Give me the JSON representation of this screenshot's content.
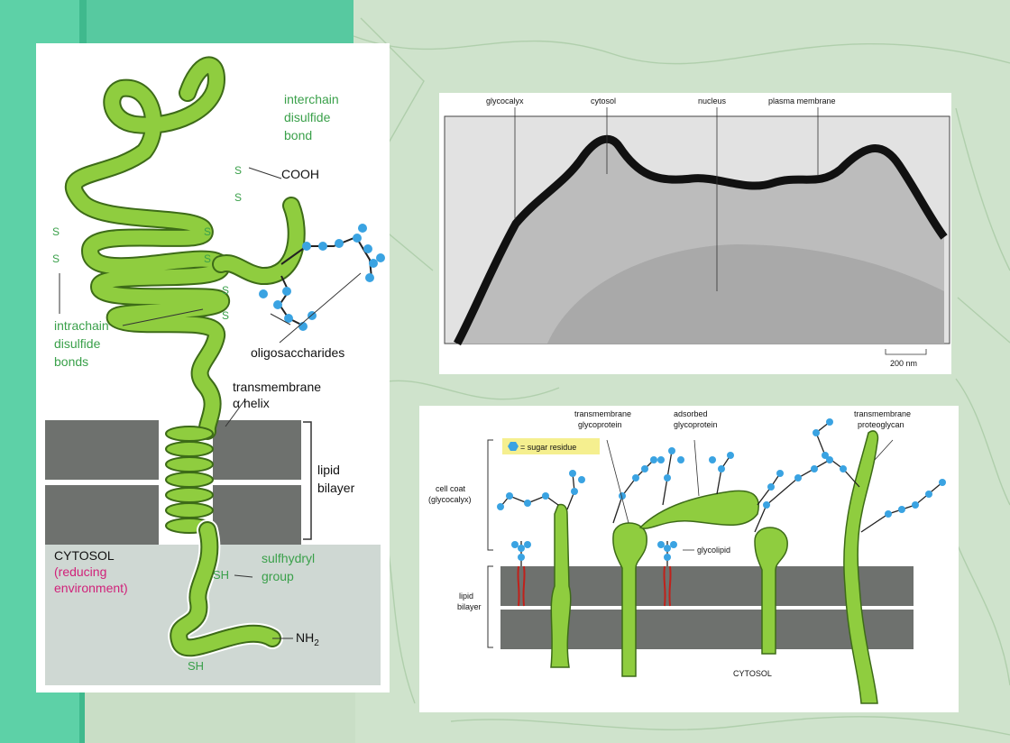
{
  "colors": {
    "protein_green": "#8fcd3f",
    "protein_outline": "#3d6b18",
    "label_green": "#3aa04a",
    "magenta": "#d0227a",
    "sugar_blue": "#3aa3e2",
    "bilayer_gray": "#6e716e",
    "cytosol_gray": "#cfd8d3",
    "background_green": "#cfe3cc",
    "teal_stripe": "#5ccfa3"
  },
  "icons": {
    "sugar": "sugar-residue-hexagon-icon"
  },
  "panel_left": {
    "label_interchain": [
      "interchain",
      "disulfide",
      "bond"
    ],
    "label_cooh": "COOH",
    "label_s": "S",
    "label_intrachain": [
      "intrachain",
      "disulfide",
      "bonds"
    ],
    "label_oligo": "oligosaccharides",
    "label_tm": [
      "transmembrane",
      "α helix"
    ],
    "label_lipid": [
      "lipid",
      "bilayer"
    ],
    "label_cytosol": "CYTOSOL",
    "label_reducing": [
      "(reducing",
      "environment)"
    ],
    "label_sulfhydryl": [
      "sulfhydryl",
      "group"
    ],
    "label_sh": "SH",
    "label_nh2": "NH",
    "label_nh2_sub": "2"
  },
  "panel_micro": {
    "labels": [
      "glycocalyx",
      "cytosol",
      "nucleus",
      "plasma membrane"
    ],
    "scalebar": "200 nm"
  },
  "panel_coat": {
    "legend": "= sugar residue",
    "label_tm_glyco": [
      "transmembrane",
      "glycoprotein"
    ],
    "label_adsorbed": [
      "adsorbed",
      "glycoprotein"
    ],
    "label_tm_proteo": [
      "transmembrane",
      "proteoglycan"
    ],
    "label_cellcoat": [
      "cell coat",
      "(glycocalyx)"
    ],
    "label_glycolipid": "glycolipid",
    "label_lipid": [
      "lipid",
      "bilayer"
    ],
    "label_cytosol": "CYTOSOL"
  }
}
